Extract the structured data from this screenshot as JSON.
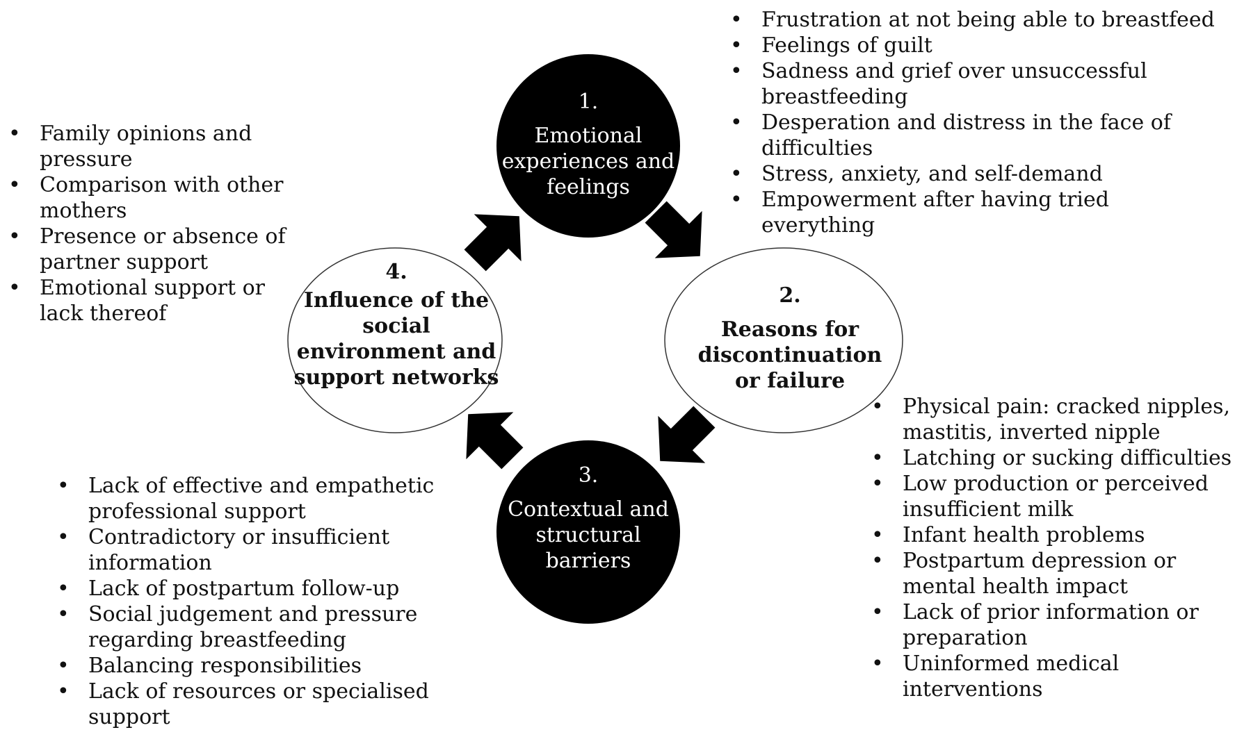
{
  "nodes": [
    {
      "number": "1.",
      "title": "Emotional experiences and feelings"
    },
    {
      "number": "2.",
      "title": "Reasons for discontinuation or failure"
    },
    {
      "number": "3.",
      "title": "Contextual and structural barriers"
    },
    {
      "number": "4.",
      "title": "Influence of the social environment and support networks"
    }
  ],
  "lists": {
    "emotional": [
      "Frustration at not being able to breastfeed",
      "Feelings of guilt",
      "Sadness and grief over unsuccessful breastfeeding",
      "Desperation and distress in the face of difficulties",
      "Stress, anxiety, and self-demand",
      "Empowerment after having tried everything"
    ],
    "reasons": [
      "Physical pain: cracked nipples, mastitis, inverted nipple",
      "Latching or sucking difficulties",
      "Low production or perceived insufficient milk",
      "Infant health problems",
      "Postpartum depression or mental health impact",
      "Lack of prior information or preparation",
      "Uninformed medical interventions"
    ],
    "barriers": [
      "Lack of effective and empathetic professional support",
      "Contradictory or insufficient information",
      "Lack of postpartum follow-up",
      "Social judgement and pressure regarding breastfeeding",
      "Balancing responsibilities",
      "Lack of resources or specialised support"
    ],
    "social": [
      "Family opinions and pressure",
      "Comparison with other mothers",
      "Presence or absence of partner support",
      "Emotional support or lack thereof"
    ]
  },
  "colors": {
    "dark_node": "#000000",
    "light_node": "#ffffff",
    "arrow": "#000000",
    "text": "#111111"
  }
}
